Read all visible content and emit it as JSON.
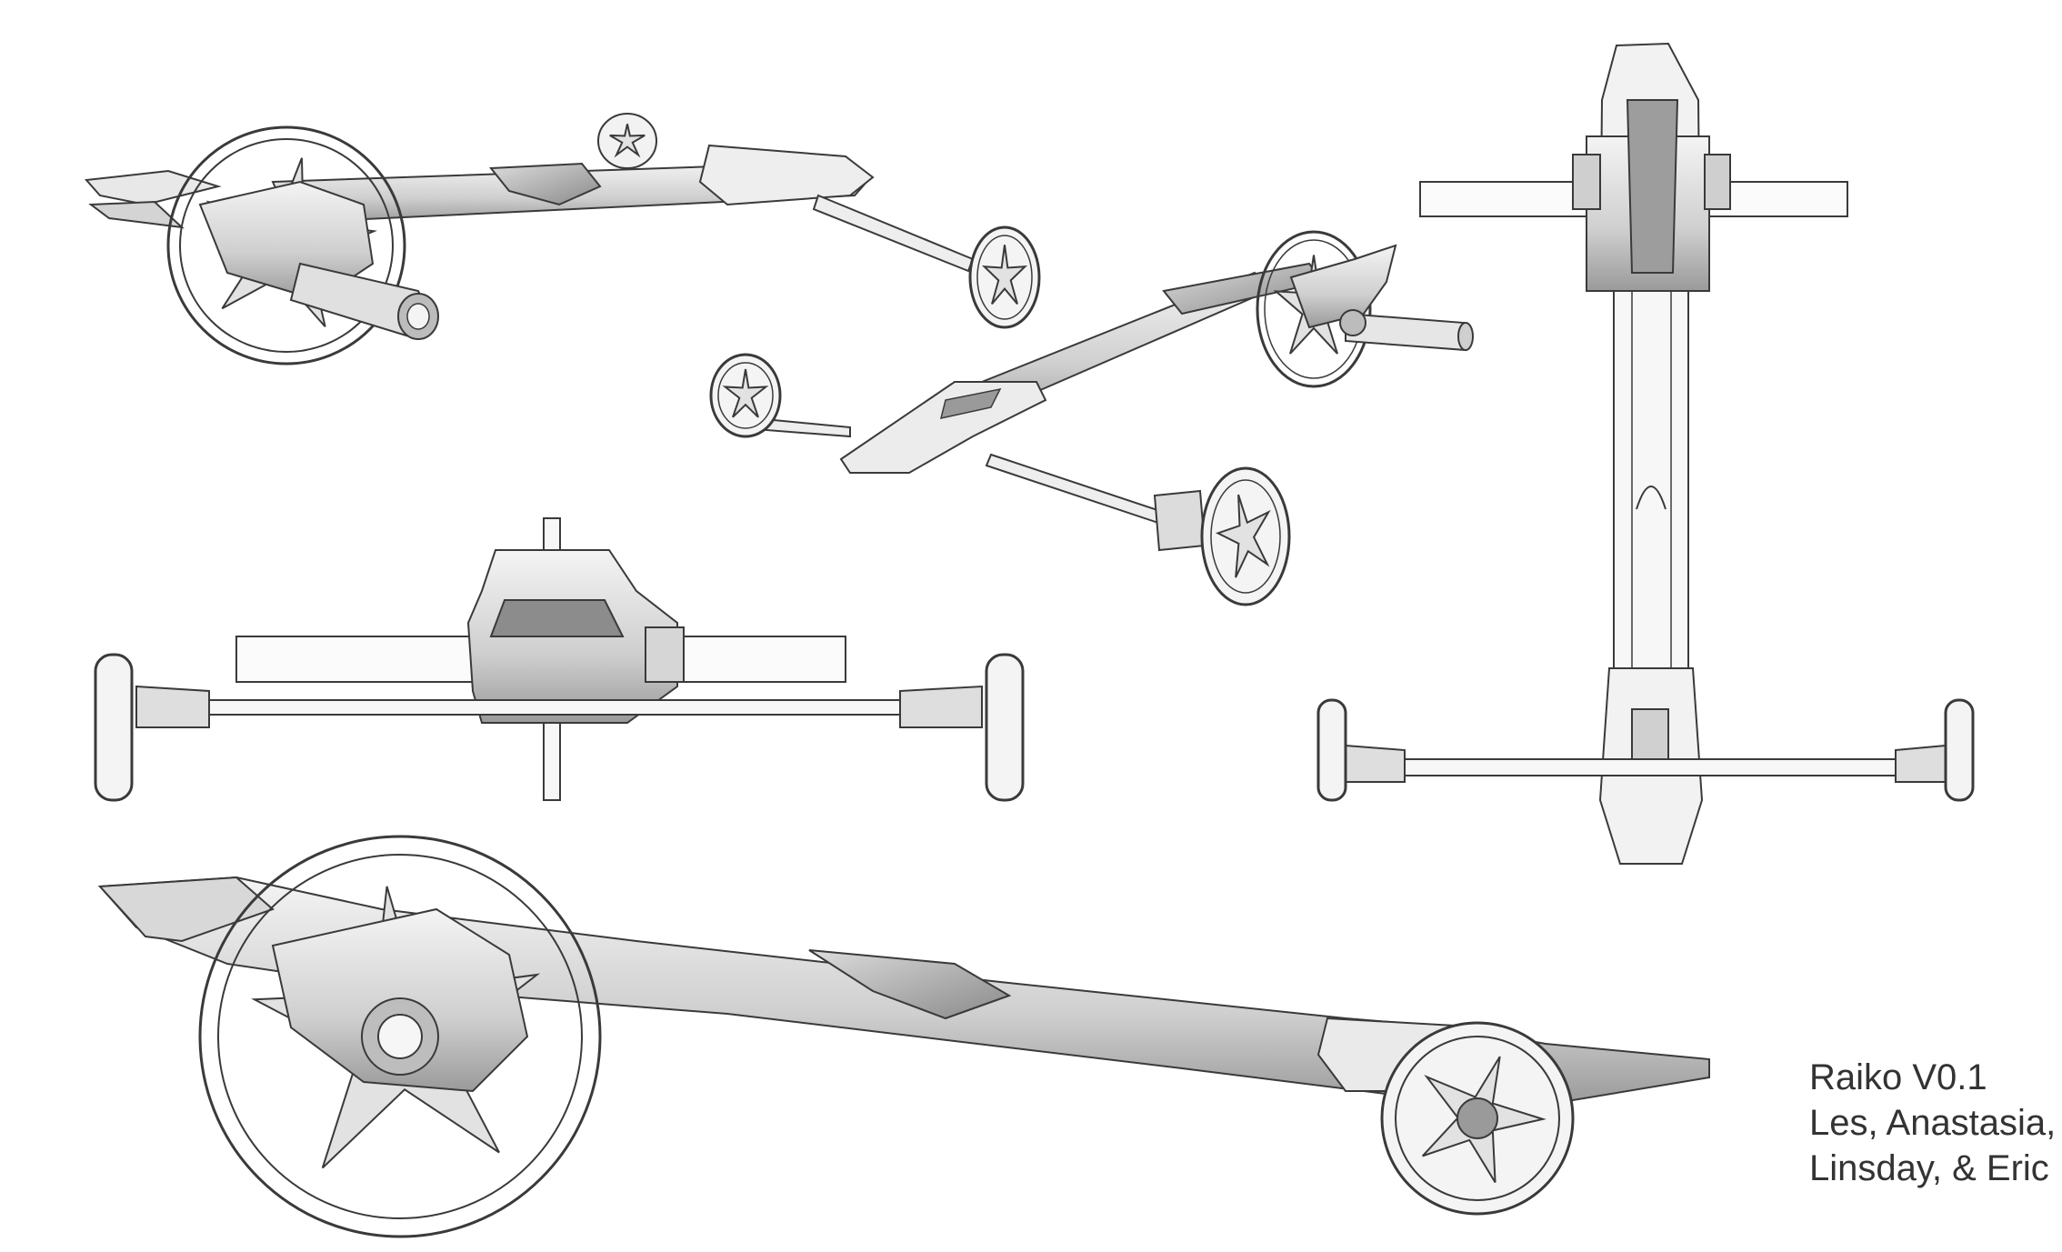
{
  "caption": {
    "title": "Raiko V0.1",
    "authors_line1": "Les, Anastasia,",
    "authors_line2": "Linsday, & Eric"
  },
  "colors": {
    "background": "#ffffff",
    "ink": "#3a3a3a",
    "shade_light": "#e6e6e6",
    "shade_mid": "#bcbcbc",
    "shade_dark": "#7a7a7a"
  }
}
